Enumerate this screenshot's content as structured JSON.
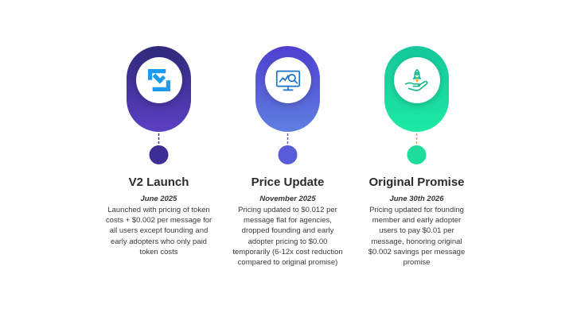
{
  "milestones": [
    {
      "title": "V2 Launch",
      "date": "June 2025",
      "description": "Launched with pricing of token costs + $0.002 per message for all users except founding and early adopters who only paid token costs",
      "icon": "logo-icon",
      "colors": {
        "top": "#2f2a7a",
        "bottom": "#5b3fc4",
        "node": "#3b2f96"
      }
    },
    {
      "title": "Price Update",
      "date": "November 2025",
      "description": "Pricing updated to $0.012 per message flat for agencies, dropped founding and early adopter pricing to $0.00 temporarily (6-12x cost reduction compared to original promise)",
      "icon": "analytics-monitor-icon",
      "colors": {
        "top": "#4f3fd0",
        "bottom": "#5f7fe0",
        "node": "#5a5bd8"
      }
    },
    {
      "title": "Original Promise",
      "date": "June 30th 2026",
      "description": "Pricing updated for founding member and early adopter users to pay $0.01 per message, honoring original $0.002 savings per message promise",
      "icon": "rocket-hand-icon",
      "colors": {
        "top": "#16c79a",
        "bottom": "#1de9a5",
        "node": "#1fdd9c"
      }
    }
  ],
  "line_colors": {
    "start": "#3a2f95",
    "mid": "#5b5fe0",
    "end": "#1fdd9c"
  }
}
